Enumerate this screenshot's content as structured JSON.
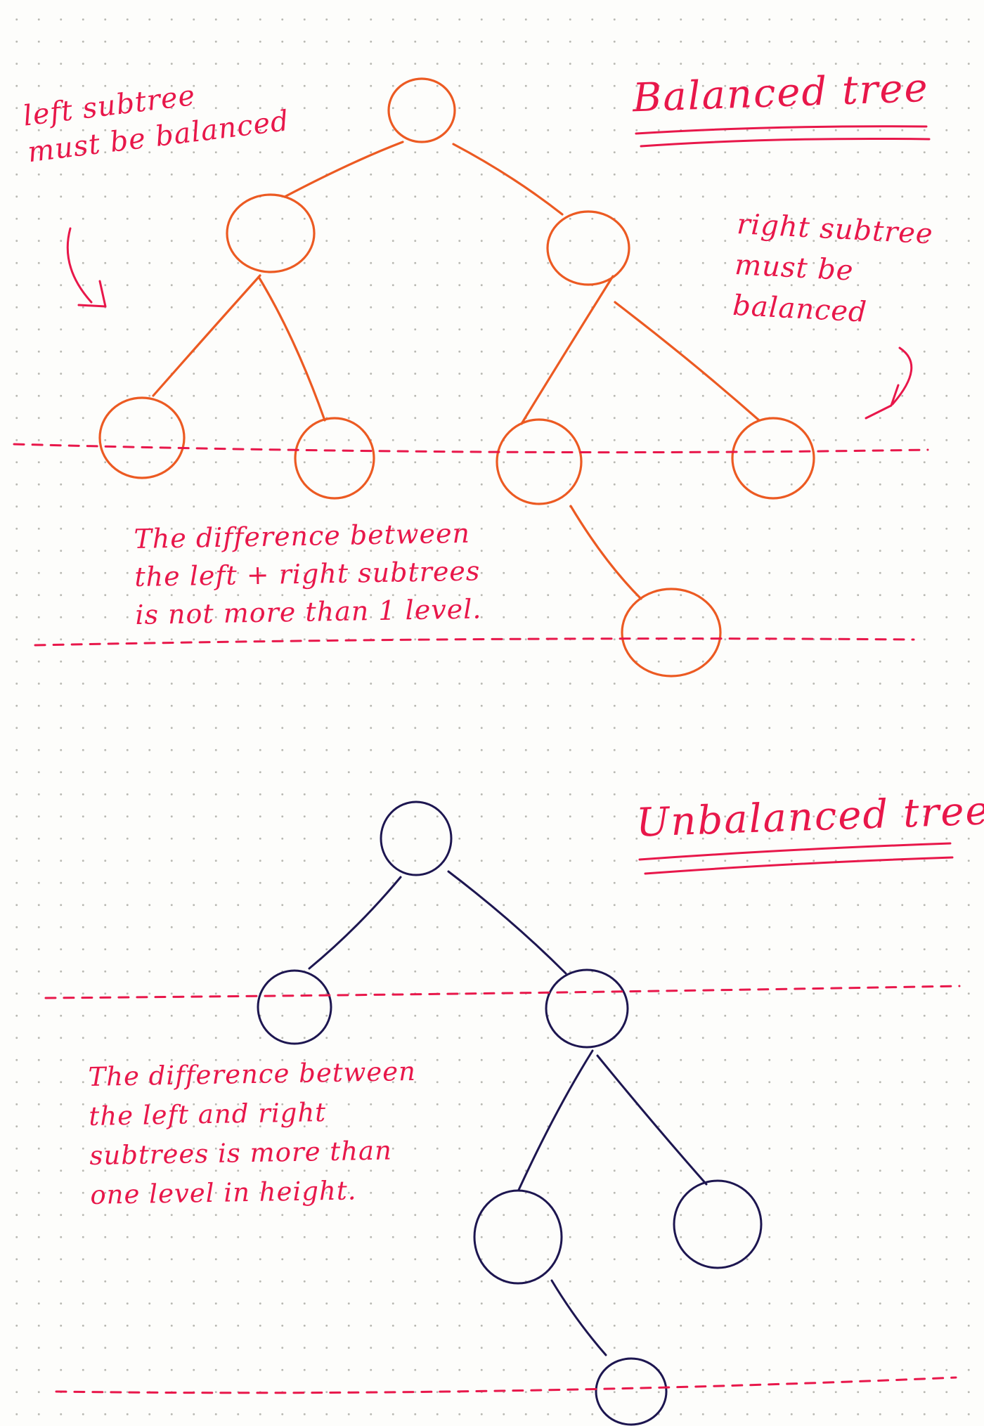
{
  "balanced": {
    "title": "Balanced tree",
    "left_note": [
      "left subtree",
      "must be balanced"
    ],
    "right_note": [
      "right subtree",
      "must be",
      "balanced"
    ],
    "difference_note": [
      "The difference between",
      "the left + right subtrees",
      "is not more than 1 level."
    ]
  },
  "unbalanced": {
    "title": "Unbalanced tree",
    "difference_note": [
      "The difference between",
      "the left and right",
      "subtrees is more than",
      "one level in height."
    ]
  },
  "colors": {
    "balanced_tree": "#ec5a22",
    "unbalanced_tree": "#1d1650",
    "annotation": "#e8174a",
    "paper": "#fdfdfb",
    "dots": "#b9b9b3"
  }
}
